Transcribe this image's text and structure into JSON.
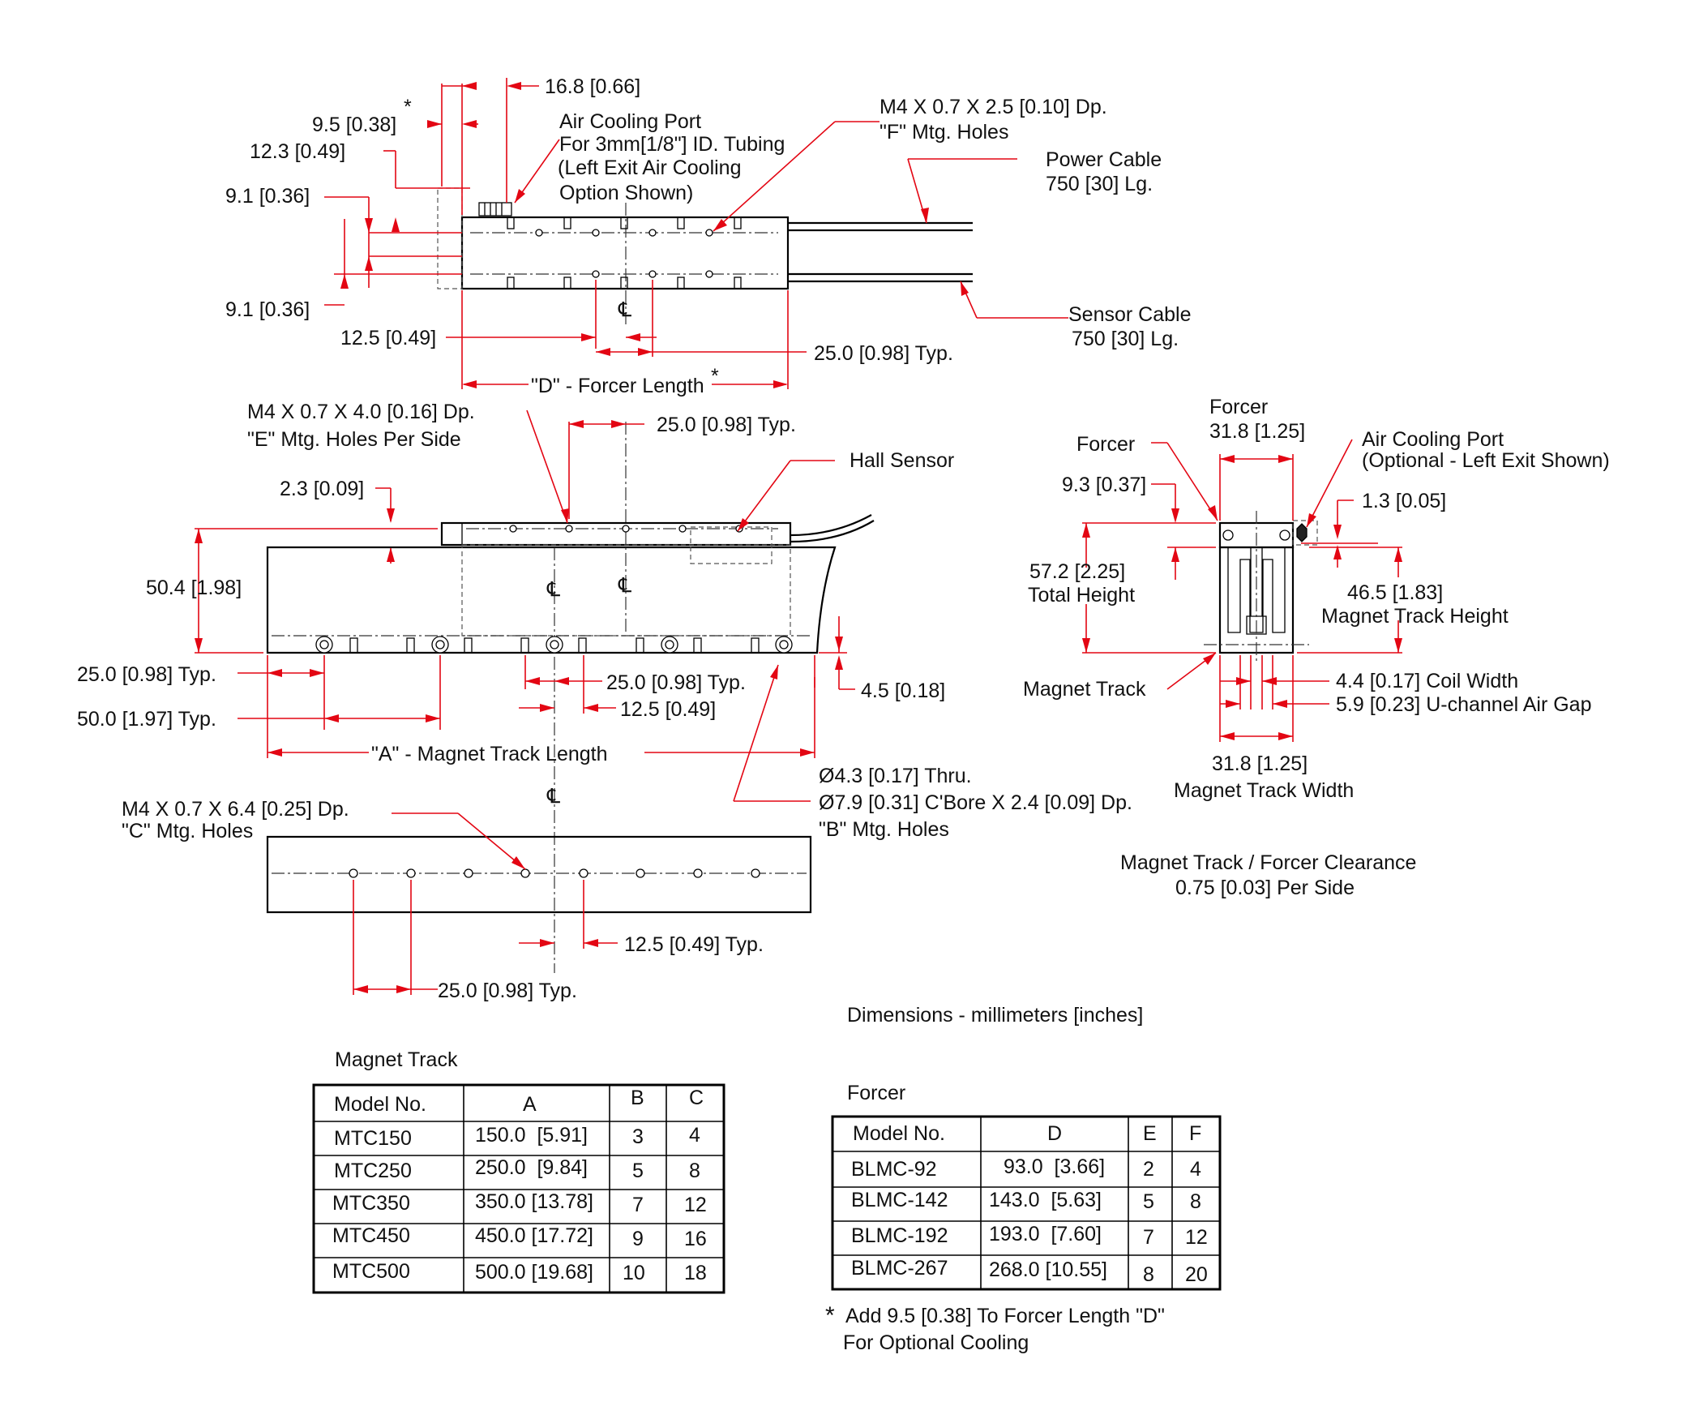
{
  "top_view": {
    "dim_16_8": "16.8 [0.66]",
    "dim_9_5": "9.5 [0.38]",
    "asterisk": "*",
    "dim_12_3": "12.3 [0.49]",
    "dim_9_1_top": "9.1 [0.36]",
    "dim_9_1_bottom": "9.1 [0.36]",
    "dim_12_5": "12.5 [0.49]",
    "dim_25_typ": "25.0 [0.98] Typ.",
    "forcer_length": "\"D\" - Forcer Length",
    "forcer_length_asterisk": "*",
    "air_port": [
      "Air Cooling Port",
      "For 3mm[1/8\"] ID. Tubing",
      "(Left Exit Air Cooling",
      " Option Shown)"
    ],
    "f_holes": [
      "M4 X 0.7 X 2.5 [0.10] Dp.",
      "\"F\" Mtg. Holes"
    ],
    "power_cable": [
      "Power Cable",
      "750 [30] Lg."
    ],
    "sensor_cable": [
      "Sensor Cable",
      "750 [30] Lg."
    ]
  },
  "side_view": {
    "e_holes": [
      "M4 X 0.7 X 4.0 [0.16] Dp.",
      "\"E\" Mtg. Holes Per Side"
    ],
    "dim_25_typ": "25.0 [0.98] Typ.",
    "hall_sensor": "Hall Sensor",
    "dim_2_3": "2.3 [0.09]",
    "dim_50_4": "50.4 [1.98]",
    "dim_25_typ_left": "25.0 [0.98] Typ.",
    "dim_50_typ": "50.0 [1.97] Typ.",
    "dim_25_typ_mid": "25.0 [0.98] Typ.",
    "dim_12_5": "12.5 [0.49]",
    "dim_4_5": "4.5 [0.18]",
    "track_length": "\"A\" - Magnet Track Length",
    "b_holes": [
      "Ø4.3 [0.17] Thru.",
      "Ø7.9 [0.31] C'Bore X 2.4 [0.09] Dp.",
      "\"B\"  Mtg. Holes"
    ]
  },
  "bottom_view": {
    "c_holes": [
      "M4 X 0.7 X 6.4 [0.25] Dp.",
      "\"C\" Mtg. Holes"
    ],
    "dim_12_5_typ": "12.5 [0.49] Typ.",
    "dim_25_typ": "25.0 [0.98] Typ."
  },
  "end_view": {
    "forcer_top": [
      "Forcer",
      "31.8 [1.25]"
    ],
    "forcer_left": "Forcer",
    "air_port": [
      "Air Cooling Port",
      "(Optional - Left Exit Shown)"
    ],
    "dim_9_3": "9.3 [0.37]",
    "dim_1_3": "1.3 [0.05]",
    "total_height": [
      "57.2 [2.25]",
      "Total Height"
    ],
    "magnet_height": [
      "46.5 [1.83]",
      "Magnet Track Height"
    ],
    "magnet_track": "Magnet Track",
    "coil_width": "4.4 [0.17] Coil Width",
    "air_gap": "5.9 [0.23] U-channel Air Gap",
    "track_width": [
      "31.8 [1.25]",
      "Magnet Track Width"
    ],
    "clearance": [
      "Magnet Track / Forcer Clearance",
      "0.75 [0.03] Per Side"
    ]
  },
  "centerline_symbol": "℄",
  "units_note": "Dimensions - millimeters [inches]",
  "magnet_track_table": {
    "title": "Magnet Track",
    "headers": [
      "Model No.",
      "A",
      "B",
      "C"
    ],
    "rows": [
      [
        "MTC150",
        "150.0  [5.91]",
        "3",
        "4"
      ],
      [
        "MTC250",
        "250.0  [9.84]",
        "5",
        "8"
      ],
      [
        "MTC350",
        "350.0 [13.78]",
        "7",
        "12"
      ],
      [
        "MTC450",
        "450.0 [17.72]",
        "9",
        "16"
      ],
      [
        "MTC500",
        "500.0 [19.68]",
        "10",
        "18"
      ]
    ]
  },
  "forcer_table": {
    "title": "Forcer",
    "headers": [
      "Model No.",
      "D",
      "E",
      "F"
    ],
    "rows": [
      [
        "BLMC-92",
        "93.0  [3.66]",
        "2",
        "4"
      ],
      [
        "BLMC-142",
        "143.0  [5.63]",
        "5",
        "8"
      ],
      [
        "BLMC-192",
        "193.0  [7.60]",
        "7",
        "12"
      ],
      [
        "BLMC-267",
        "268.0 [10.55]",
        "8",
        "20"
      ]
    ]
  },
  "footnote": {
    "asterisk": "*",
    "lines": [
      "Add 9.5 [0.38] To Forcer Length \"D\"",
      "For Optional Cooling"
    ]
  }
}
